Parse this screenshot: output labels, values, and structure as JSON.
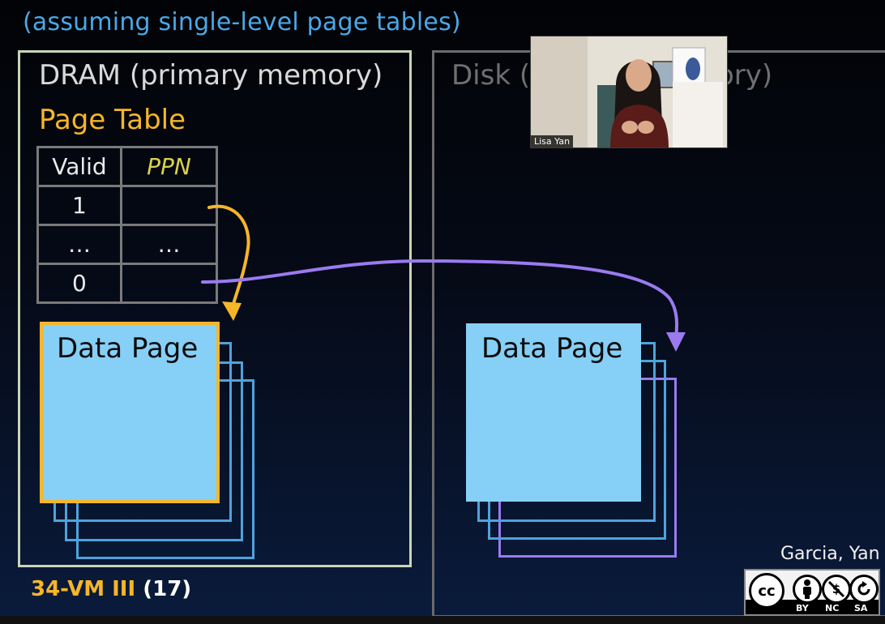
{
  "slide": {
    "subtitle": "(assuming single-level page tables)",
    "dram": {
      "title": "DRAM (primary memory)",
      "page_table_label": "Page Table",
      "table": {
        "headers": [
          "Valid",
          "PPN"
        ],
        "rows": [
          [
            "1",
            ""
          ],
          [
            "…",
            "…"
          ],
          [
            "0",
            ""
          ]
        ]
      },
      "data_page_label": "Data Page"
    },
    "disk": {
      "title_visible_left": "Disk (s",
      "title_visible_right": "mory)",
      "data_page_label": "Data Page"
    },
    "footer": {
      "lecture_code": "34-VM III",
      "slide_number": "(17)",
      "credit": "Garcia, Yan"
    },
    "license": {
      "cc_text": "cc",
      "labels": [
        "BY",
        "NC",
        "SA"
      ]
    }
  },
  "webcam": {
    "participant_name": "Lisa Yan"
  },
  "colors": {
    "page_table_accent": "#f5b629",
    "dram_arrow": "#f5b629",
    "disk_arrow": "#9b7af0",
    "data_page_fill": "#86cff6",
    "stack_blue": "#4fa3dc",
    "stack_purple": "#9b7af0"
  }
}
